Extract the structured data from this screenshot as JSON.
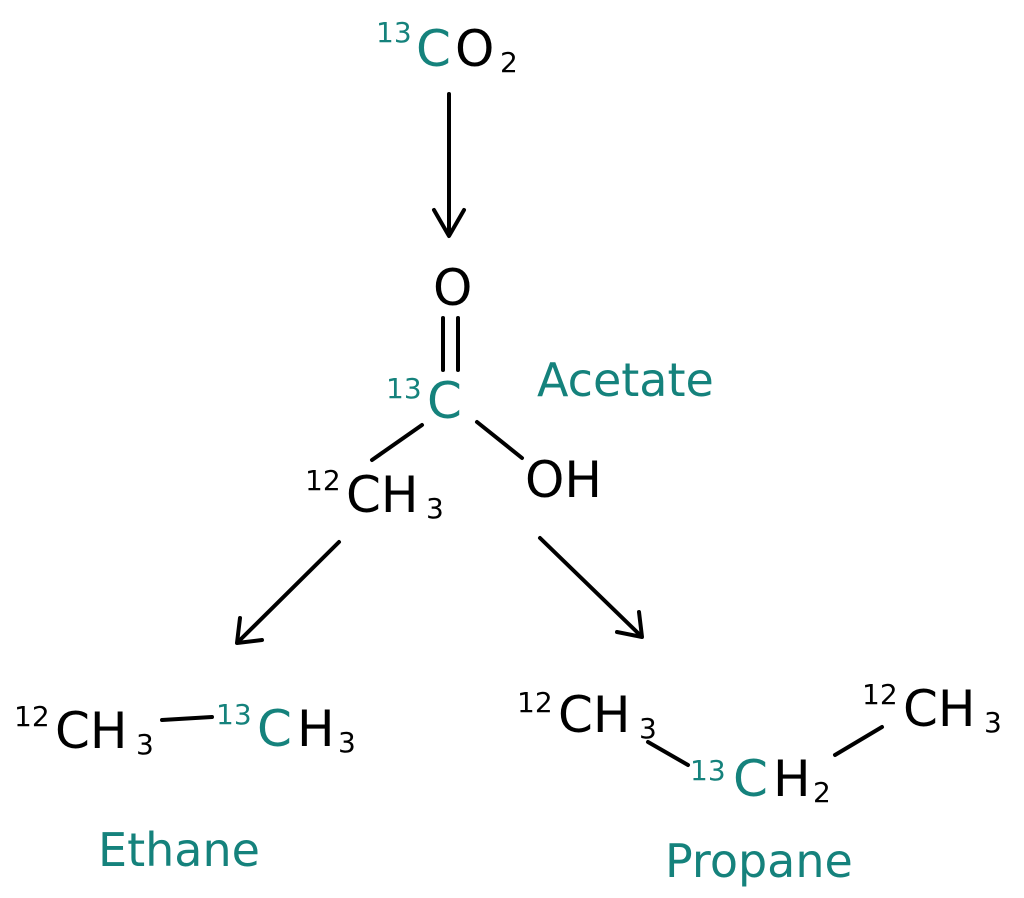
{
  "colors": {
    "isotope13": "#15827c",
    "default": "#000000"
  },
  "co2": {
    "iso": "13",
    "c": "C",
    "o": "O",
    "sub": "2"
  },
  "acetate": {
    "carbonyl_o": "O",
    "c_iso": "13",
    "c": "C",
    "methyl_iso": "12",
    "methyl": "CH",
    "methyl_sub": "3",
    "hydroxyl": "OH",
    "label": "Acetate"
  },
  "ethane": {
    "left_iso": "12",
    "left": "CH",
    "left_sub": "3",
    "right_iso": "13",
    "right_c": "C",
    "right_h": "H",
    "right_sub": "3",
    "label": "Ethane"
  },
  "propane": {
    "left_iso": "12",
    "left": "CH",
    "left_sub": "3",
    "mid_iso": "13",
    "mid_c": "C",
    "mid_h": "H",
    "mid_sub": "2",
    "right_iso": "12",
    "right": "CH",
    "right_sub": "3",
    "label": "Propane"
  }
}
